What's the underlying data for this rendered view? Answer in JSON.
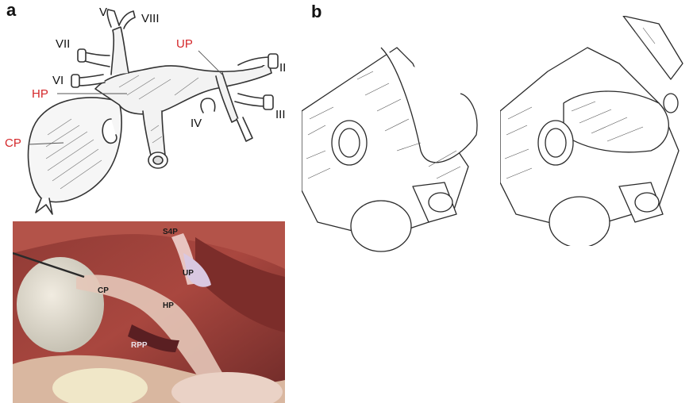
{
  "panels": {
    "a": "a",
    "b": "b"
  },
  "diagram_a": {
    "labels": {
      "v": "V",
      "viii": "VIII",
      "vii": "VII",
      "vi": "VI",
      "iv": "IV",
      "ii": "II",
      "iii": "III",
      "up": "UP",
      "hp": "HP",
      "cp": "CP"
    },
    "highlight_color": "#d4272a"
  },
  "photo_a": {
    "labels": {
      "s4p": "S4P",
      "up": "UP",
      "cp": "CP",
      "hp": "HP",
      "rpp": "RPP"
    }
  }
}
